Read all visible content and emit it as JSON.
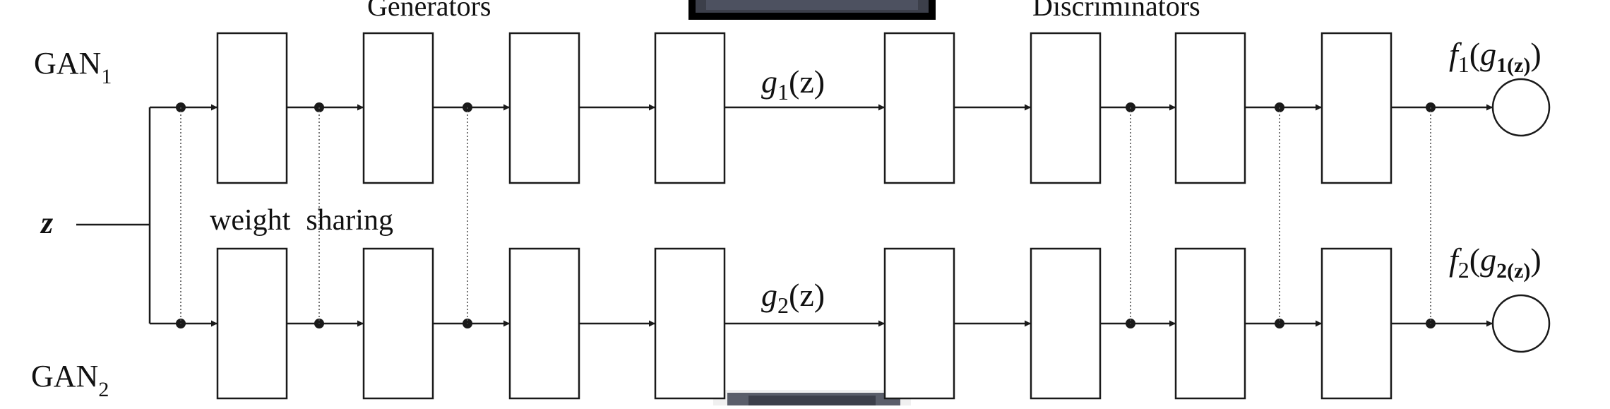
{
  "headers": {
    "generators": "Generators",
    "discriminators": "Discriminators"
  },
  "gan1_label": {
    "base": "GAN",
    "sub": "1"
  },
  "gan2_label": {
    "base": "GAN",
    "sub": "2"
  },
  "input_label": "z",
  "weight_sharing": {
    "word1": "weight",
    "word2": "sharing"
  },
  "g1_label": {
    "fn": "g",
    "sub": "1",
    "arg": "(z)"
  },
  "g2_label": {
    "fn": "g",
    "sub": "2",
    "arg": "(z)"
  },
  "f1_label": {
    "f": "f",
    "fsub": "1",
    "open": "(",
    "g": "g",
    "gsub": "1(z)",
    "close": ")"
  },
  "f2_label": {
    "f": "f",
    "fsub": "2",
    "open": "(",
    "g": "g",
    "gsub": "2(z)",
    "close": ")"
  },
  "colors": {
    "stroke": "#1a1a1a",
    "photo_dark": "#3c3f4a",
    "photo_frame": "#000000"
  }
}
